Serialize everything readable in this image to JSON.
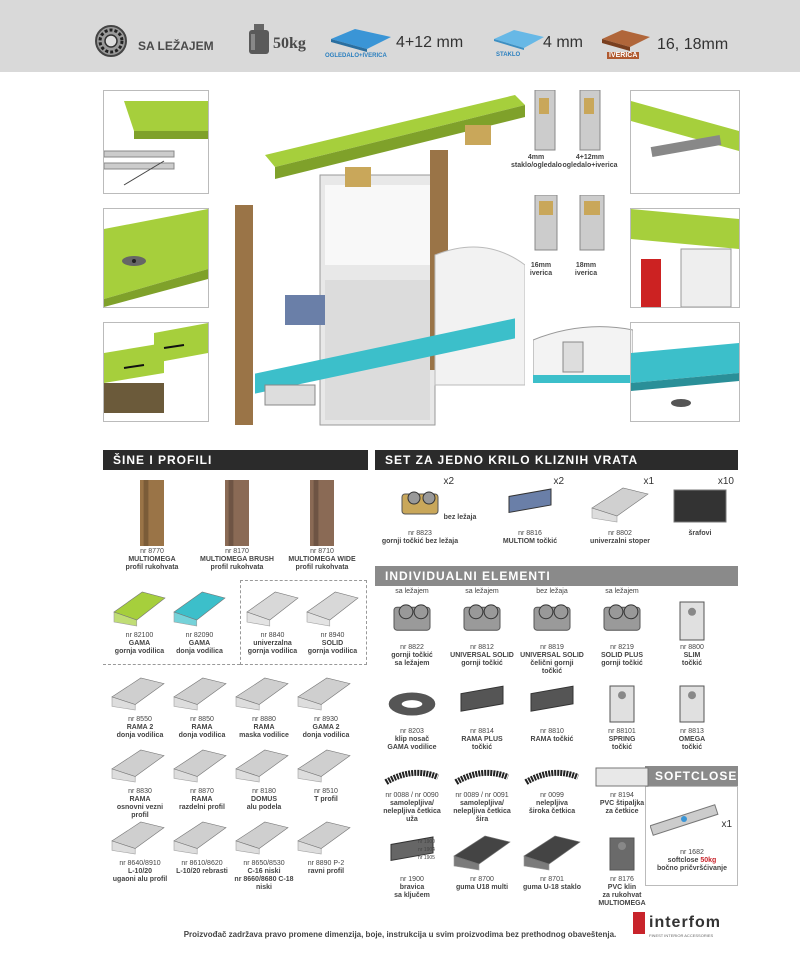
{
  "topbar": {
    "bearing_label": "SA LEŽAJEM",
    "weight_label": "50kg",
    "mirror_tag": "OGLEDALO+IVERICA",
    "mirror_thickness": "4+12 mm",
    "glass_tag": "STAKLO",
    "glass_thickness": "4 mm",
    "board_tag": "IVERICA",
    "board_thickness": "16, 18mm"
  },
  "diagram": {
    "glass_mirror_label_1": "4mm",
    "glass_mirror_label_2": "staklo/ogledalo",
    "mirror_board_label_1": "4+12mm",
    "mirror_board_label_2": "ogledalo+iverica",
    "board16_label_1": "16mm",
    "board16_label_2": "iverica",
    "board18_label_1": "18mm",
    "board18_label_2": "iverica"
  },
  "sections": {
    "rails_title": "ŠINE I PROFILI",
    "set_title": "SET ZA JEDNO KRILO KLIZNIH VRATA",
    "individual_title": "INDIVIDUALNI ELEMENTI",
    "softcloser_title": "SOFTCLOSER"
  },
  "profiles": [
    {
      "nr": "nr 8770",
      "name": "MULTIOMEGA",
      "desc": "profil rukohvata"
    },
    {
      "nr": "nr 8170",
      "name": "MULTIOMEGA BRUSH",
      "desc": "profil rukohvata"
    },
    {
      "nr": "nr 8710",
      "name": "MULTIOMEGA WIDE",
      "desc": "profil rukohvata"
    }
  ],
  "gama": [
    {
      "nr": "nr 82100",
      "name": "GAMA",
      "desc": "gornja vodilica"
    },
    {
      "nr": "nr 82090",
      "name": "GAMA",
      "desc": "donja vodilica"
    }
  ],
  "rails_top": [
    {
      "nr": "nr 8840",
      "name": "univerzalna",
      "desc": "gornja vodilica"
    },
    {
      "nr": "nr 8940",
      "name": "SOLID",
      "desc": "gornja vodilica"
    }
  ],
  "rails_grid": [
    {
      "nr": "nr 8550",
      "name": "RAMA 2",
      "desc": "donja vodilica"
    },
    {
      "nr": "nr 8850",
      "name": "RAMA",
      "desc": "donja vodilica"
    },
    {
      "nr": "nr 8880",
      "name": "RAMA",
      "desc": "maska vodilice"
    },
    {
      "nr": "nr 8930",
      "name": "GAMA 2",
      "desc": "donja vodilica"
    },
    {
      "nr": "nr 8830",
      "name": "RAMA",
      "desc": "osnovni vezni profil"
    },
    {
      "nr": "nr 8870",
      "name": "RAMA",
      "desc": "razdelni profil"
    },
    {
      "nr": "nr 8180",
      "name": "DOMUS",
      "desc": "alu podela"
    },
    {
      "nr": "nr 8510",
      "name": "T profil",
      "desc": ""
    },
    {
      "nr": "nr 8640/8910",
      "name": "L-10/20",
      "desc": "ugaoni alu profil"
    },
    {
      "nr": "nr 8610/8620",
      "name": "L-10/20 rebrasti",
      "desc": ""
    },
    {
      "nr": "nr 8650/8530",
      "name": "C-16 niski",
      "desc": "nr 8660/8680 C-18 niski"
    },
    {
      "nr": "nr 8890 P-2",
      "name": "ravni profil",
      "desc": ""
    }
  ],
  "set_items": [
    {
      "nr": "nr 8823",
      "name": "gornji točkić bez ležaja",
      "qty": "x2",
      "extra": "bez ležaja"
    },
    {
      "nr": "nr 8816",
      "name": "MULTIOM točkić",
      "qty": "x2",
      "extra": ""
    },
    {
      "nr": "nr 8802",
      "name": "univerzalni stoper",
      "qty": "x1",
      "extra": ""
    },
    {
      "nr": "",
      "name": "šrafovi",
      "qty": "x10",
      "extra": ""
    }
  ],
  "individual_row1": [
    {
      "tag": "sa ležajem",
      "nr": "nr 8822",
      "name": "gornji točkić",
      "desc": "sa ležajem"
    },
    {
      "tag": "sa ležajem",
      "nr": "nr 8812",
      "name": "UNIVERSAL SOLID",
      "desc": "gornji točkić"
    },
    {
      "tag": "bez ležaja",
      "nr": "nr 8819",
      "name": "UNIVERSAL SOLID",
      "desc": "čelični gornji točkić"
    },
    {
      "tag": "sa ležajem",
      "nr": "nr 8219",
      "name": "SOLID PLUS",
      "desc": "gornji točkić"
    },
    {
      "tag": "",
      "nr": "nr 8800",
      "name": "SLIM",
      "desc": "točkić"
    }
  ],
  "individual_row2": [
    {
      "nr": "nr 8203",
      "name": "klip nosač",
      "desc": "GAMA vodilice"
    },
    {
      "nr": "nr 8814",
      "name": "RAMA PLUS",
      "desc": "točkić"
    },
    {
      "nr": "nr 8810",
      "name": "RAMA točkić",
      "desc": ""
    },
    {
      "nr": "nr 88101",
      "name": "SPRING",
      "desc": "točkić"
    },
    {
      "nr": "nr 8813",
      "name": "OMEGA",
      "desc": "točkić"
    }
  ],
  "individual_row3": [
    {
      "nr": "nr 0088 / nr 0090",
      "name": "samolepljiva/",
      "desc": "nelepljiva četkica uža"
    },
    {
      "nr": "nr 0089 / nr 0091",
      "name": "samolepljiva/",
      "desc": "nelepljiva četkica šira"
    },
    {
      "nr": "nr 0099",
      "name": "nelepljiva",
      "desc": "široka četkica"
    },
    {
      "nr": "nr 8194",
      "name": "PVC štipaljka",
      "desc": "za četkice"
    }
  ],
  "individual_row4": [
    {
      "nr": "nr 1900",
      "name": "bravica",
      "desc": "sa ključem"
    },
    {
      "nr": "nr 8700",
      "name": "guma U18 multi",
      "desc": ""
    },
    {
      "nr": "nr 8701",
      "name": "guma U-18 staklo",
      "desc": ""
    },
    {
      "nr": "nr 8176",
      "name": "PVC klin",
      "desc": "za rukohvat MULTIOMEGA"
    }
  ],
  "lock_variants": [
    "nr 1900",
    "nr 1904",
    "nr 1905"
  ],
  "softcloser": {
    "nr": "nr 1682",
    "name": "softclose",
    "weight": "50kg",
    "desc": "bočno pričvršćivanje",
    "qty": "x1"
  },
  "footer": "Proizvođač zadržava pravo promene dimenzija, boje, instrukcija u svim proizvodima bez prethodnog obaveštenja.",
  "brand": {
    "name": "interfom",
    "tagline": "FINEST INTERIOR ACCESSORIES"
  },
  "colors": {
    "green": "#a6cf3c",
    "cyan": "#3cbfca",
    "bronze": "#9a7447",
    "gold": "#c9a75a",
    "dark": "#2b2b2b",
    "brand_red": "#c8242b"
  }
}
